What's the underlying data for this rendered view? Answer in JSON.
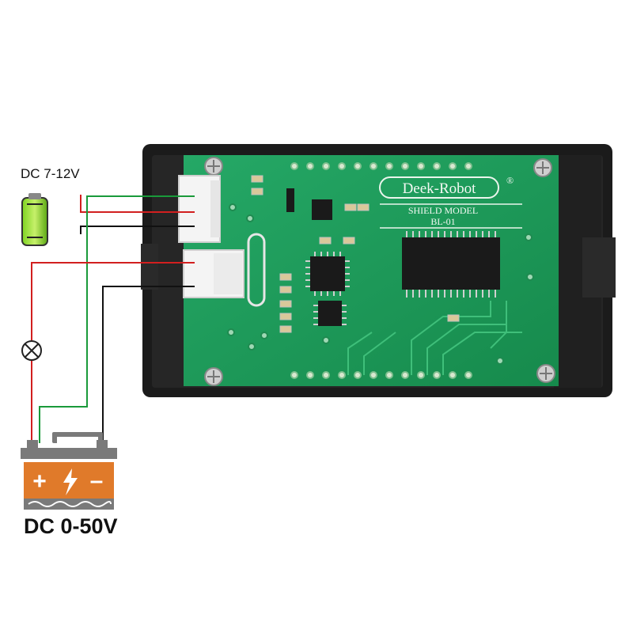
{
  "labels": {
    "supply_voltage": "DC 7-12V",
    "battery_voltage": "DC 0-50V"
  },
  "board": {
    "brand": "Deek-Robot",
    "registered_mark": "®",
    "model_line": "SHIELD MODEL",
    "model_number": "BL-01"
  },
  "battery_icon": {
    "plus": "+",
    "minus": "–"
  },
  "colors": {
    "pcb_green": "#1e9a5a",
    "case_black": "#1b1b1b",
    "wire_red": "#d21f1f",
    "wire_green": "#1a9a3a",
    "wire_black": "#111111",
    "battery_orange": "#e07a2a"
  },
  "icons": [
    "battery-cell-icon",
    "lamp-icon",
    "car-battery-icon",
    "lightning-icon"
  ]
}
